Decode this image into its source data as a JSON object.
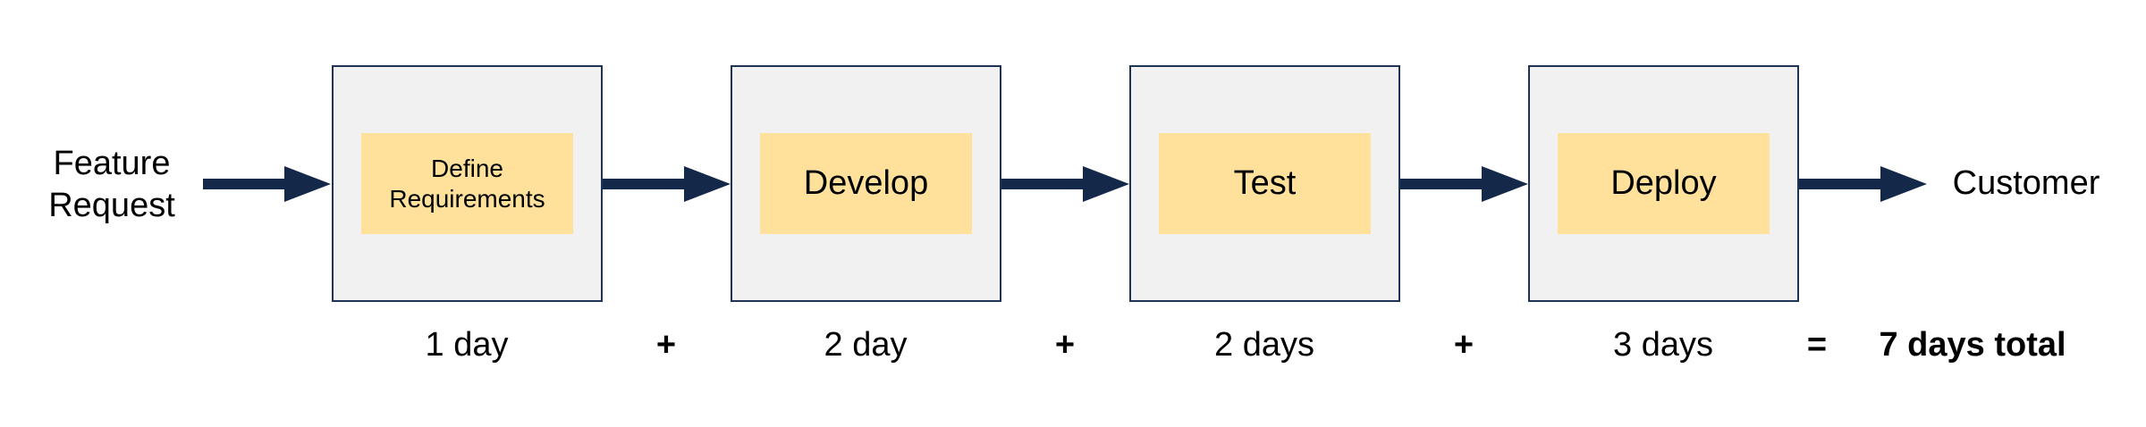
{
  "diagram": {
    "source": {
      "label": "Feature Request"
    },
    "sink": {
      "label": "Customer"
    },
    "stages": [
      {
        "label": "Define Requirements",
        "duration": "1 day"
      },
      {
        "label": "Develop",
        "duration": "2 day"
      },
      {
        "label": "Test",
        "duration": "2 days"
      },
      {
        "label": "Deploy",
        "duration": "3 days"
      }
    ],
    "operator_plus": "+",
    "operator_equals": "=",
    "total_label": "7 days total",
    "colors": {
      "arrow": "#14284a",
      "box_border": "#1e3356",
      "box_fill": "#f1f1f2",
      "stage_fill": "#ffe19b",
      "text": "#000000",
      "background": "#ffffff"
    }
  }
}
